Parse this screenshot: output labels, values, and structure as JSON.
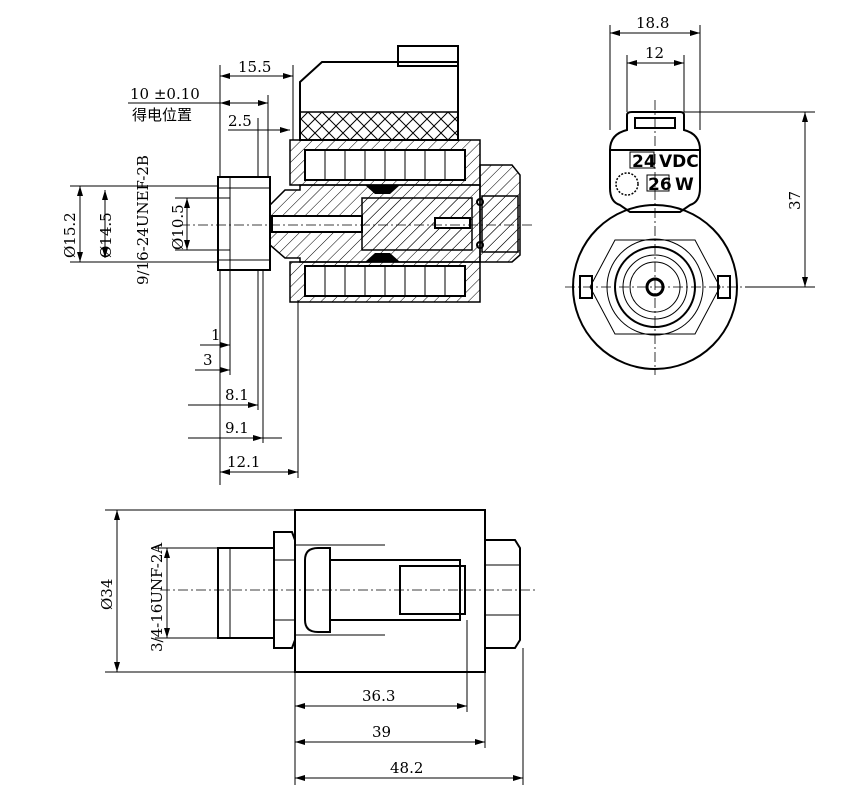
{
  "side_section_view": {
    "dim_overall": "15.5",
    "dim_energized_value": "10 ±0.10",
    "dim_energized_note": "得电位置",
    "dim_gap": "2.5",
    "dim_dia_outer": "Ø15.2",
    "dim_dia_mid": "Ø14.5",
    "dim_thread": "9/16-24UNEF-2B",
    "dim_dia_inner": "Ø10.5",
    "dim_1": "1",
    "dim_3": "3",
    "dim_8_1": "8.1",
    "dim_9_1": "9.1",
    "dim_12_1": "12.1"
  },
  "end_view": {
    "dim_width_outer": "18.8",
    "dim_width_inner": "12",
    "dim_height": "37",
    "voltage_value": "24",
    "voltage_unit": "VDC",
    "power_value": "26",
    "power_unit": "W"
  },
  "bottom_view": {
    "dim_diameter": "Ø34",
    "dim_thread": "3/4-16UNF-2A",
    "dim_36_3": "36.3",
    "dim_39": "39",
    "dim_48_2": "48.2"
  }
}
